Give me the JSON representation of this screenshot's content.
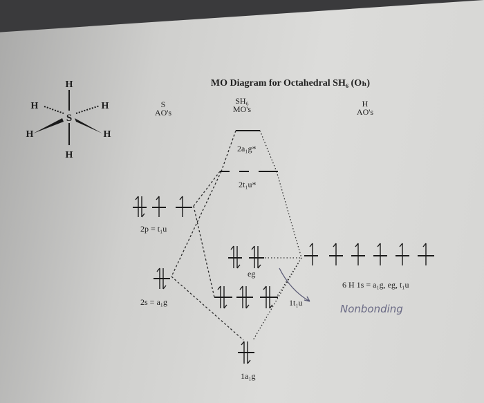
{
  "title": "MO Diagram for Octahedral SH₆ (Oₕ)",
  "columns": {
    "s_aos": {
      "line1": "S",
      "line2": "AO's"
    },
    "sh6_mos": {
      "line1": "SH₆",
      "line2": "MO's"
    },
    "h_aos": {
      "line1": "H",
      "line2": "AO's"
    }
  },
  "molecule": {
    "center": "S",
    "ligands": [
      "H",
      "H",
      "H",
      "H",
      "H",
      "H"
    ]
  },
  "levels": {
    "a1g_star": "2a₁g*",
    "t1u_star": "2t₁u*",
    "p": "2p = t₁u",
    "s": "2s = a₁g",
    "eg": "eg",
    "t1u": "1t₁u",
    "a1g": "1a₁g",
    "h1s": "6 H 1s = a₁g, eg, t₁u"
  },
  "annotation": "Nonbonding",
  "colors": {
    "paper": "#d4d4d2",
    "ink": "#1e1e1e",
    "pencil": "#6a6a85"
  }
}
